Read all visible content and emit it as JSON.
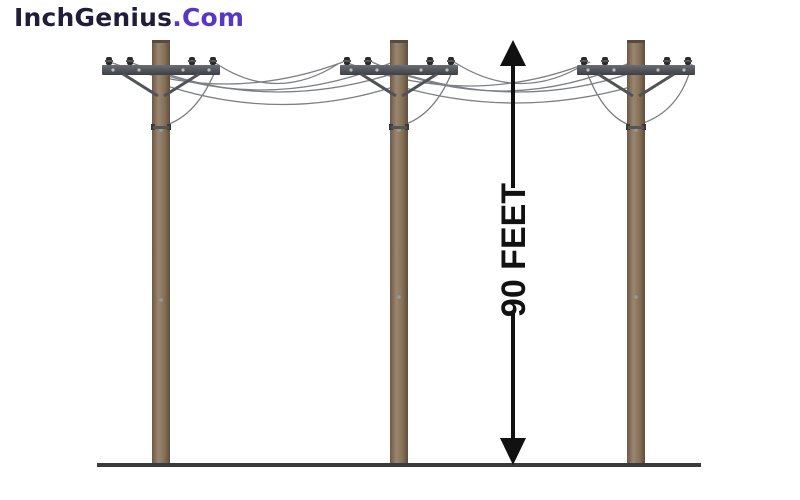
{
  "brand": {
    "name_part1": "InchGenius",
    "name_part2": ".Com"
  },
  "measurement": {
    "label": "90 FEET"
  },
  "colors": {
    "brand_dark": "#1e1e3a",
    "brand_accent": "#5a36c4",
    "pole_wood": "#8a7560",
    "crossarm": "#4a4d52",
    "ground": "#3b3b3b",
    "arrow": "#111111"
  },
  "diagram": {
    "pole_count": 3
  }
}
